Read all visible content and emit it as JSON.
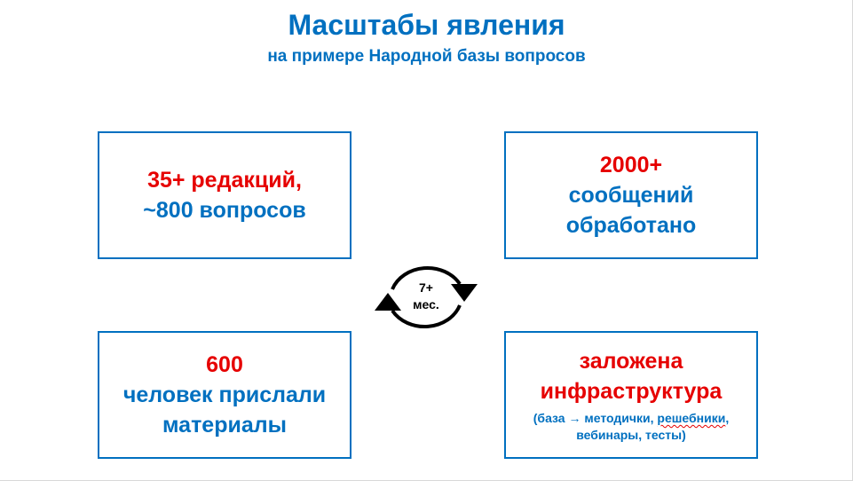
{
  "title": "Масштабы явления",
  "subtitle": "на примере Народной базы вопросов",
  "boxes": {
    "top_left": {
      "line1": "35+ редакций,",
      "line2": "~800 вопросов"
    },
    "top_right": {
      "line1": "2000+",
      "line2": "сообщений",
      "line3": "обработано"
    },
    "bottom_left": {
      "line1": "600",
      "line2": "человек прислали",
      "line3": "материалы"
    },
    "bottom_right": {
      "line1": "заложена",
      "line2": "инфраструктура",
      "note_open": "(база ",
      "note_arrow": "→",
      "note_mid": " методички, ",
      "note_squiggle": "решебники",
      "note_end": ",",
      "note_line2": "вебинары, тесты)"
    }
  },
  "cycle": {
    "line1": "7+",
    "line2": "мес.",
    "icon": "cycle-arrows-icon"
  },
  "colors": {
    "blue": "#0070c0",
    "red": "#e60000"
  }
}
